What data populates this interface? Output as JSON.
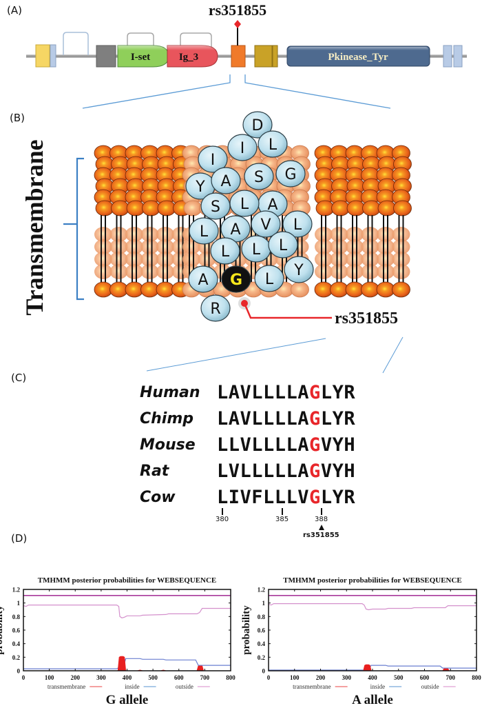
{
  "panels": {
    "a": {
      "label": "(A)"
    },
    "b": {
      "label": "(B)"
    },
    "c": {
      "label": "(C)"
    },
    "d": {
      "label": "(D)"
    }
  },
  "gene_diagram": {
    "snp_label": "rs351855",
    "domains": [
      {
        "name": "I-set",
        "color": "#8fcf5a"
      },
      {
        "name": "Ig_3",
        "color": "#e8555c"
      },
      {
        "name": "Pkinease_Tyr",
        "color": "#4e6a8f"
      }
    ],
    "exon_colors": {
      "yellow": "#f6d664",
      "light_blue": "#b8cbe6",
      "gray": "#7f7f7f",
      "orange_snp": "#f07a2a",
      "gold": "#c9a227"
    }
  },
  "membrane": {
    "side_label": "Transmembrane",
    "snp_label": "rs351855",
    "residues": [
      {
        "id": "D",
        "letter": "D"
      },
      {
        "id": "I1",
        "letter": "I"
      },
      {
        "id": "L1",
        "letter": "L"
      },
      {
        "id": "I2",
        "letter": "I"
      },
      {
        "id": "G1",
        "letter": "G"
      },
      {
        "id": "Y1",
        "letter": "Y"
      },
      {
        "id": "A1",
        "letter": "A"
      },
      {
        "id": "S1",
        "letter": "S"
      },
      {
        "id": "A2",
        "letter": "A"
      },
      {
        "id": "S2",
        "letter": "S"
      },
      {
        "id": "L2",
        "letter": "L"
      },
      {
        "id": "L3",
        "letter": "L"
      },
      {
        "id": "A3",
        "letter": "A"
      },
      {
        "id": "V1",
        "letter": "V"
      },
      {
        "id": "L4",
        "letter": "L"
      },
      {
        "id": "L5",
        "letter": "L"
      },
      {
        "id": "L6",
        "letter": "L"
      },
      {
        "id": "L7",
        "letter": "L"
      },
      {
        "id": "Y2",
        "letter": "Y"
      },
      {
        "id": "A4",
        "letter": "A"
      },
      {
        "id": "G_snp",
        "letter": "G"
      },
      {
        "id": "L8",
        "letter": "L"
      },
      {
        "id": "R",
        "letter": "R"
      }
    ],
    "colors": {
      "lipid": "#e8621a",
      "residue": "#bfe1ee",
      "snp_residue_bg": "#111111",
      "snp_residue_text": "#f5e61c",
      "snp_line": "#e8262a",
      "bracket": "#3b7fc4"
    }
  },
  "alignment": {
    "rows": [
      {
        "species": "Human",
        "pre": "LAVLLLLA",
        "snp": "G",
        "post": "LYR"
      },
      {
        "species": "Chimp",
        "pre": "LAVLLLLA",
        "snp": "G",
        "post": "LYR"
      },
      {
        "species": "Mouse",
        "pre": "LLVLLLLA",
        "snp": "G",
        "post": "VYH"
      },
      {
        "species": "Rat",
        "pre": "LVLLLLLA",
        "snp": "G",
        "post": "VYH"
      },
      {
        "species": "Cow",
        "pre": "LIVFLLLV",
        "snp": "G",
        "post": "LYR"
      }
    ],
    "positions": [
      "380",
      "385",
      "388"
    ],
    "snp_marker": "rs351855",
    "highlight_color": "#e8262a"
  },
  "chart_data": [
    {
      "type": "line",
      "title": "TMHMM posterior probabilities for WEBSEQUENCE",
      "xlabel": "G allele",
      "ylabel": "probability",
      "xlim": [
        0,
        800
      ],
      "ylim": [
        0,
        1.2
      ],
      "xticks": [
        "0",
        "100",
        "200",
        "300",
        "400",
        "500",
        "600",
        "700",
        "800"
      ],
      "yticks": [
        "0",
        "0.2",
        "0.4",
        "0.6",
        "0.8",
        "1",
        "1.2"
      ],
      "legend": [
        "transmembrane",
        "inside",
        "outside"
      ],
      "legend_position": "bottom",
      "series": [
        {
          "name": "top_line",
          "color": "#a8389a",
          "x": [
            0,
            800
          ],
          "y": [
            1.11,
            1.11
          ]
        },
        {
          "name": "outside",
          "color": "#d490cc",
          "x": [
            0,
            10,
            20,
            360,
            368,
            372,
            380,
            390,
            400,
            450,
            460,
            550,
            560,
            670,
            680,
            690,
            800
          ],
          "y": [
            0.96,
            0.95,
            0.97,
            0.97,
            0.95,
            0.8,
            0.78,
            0.79,
            0.81,
            0.81,
            0.82,
            0.83,
            0.84,
            0.84,
            0.86,
            0.92,
            0.92
          ]
        },
        {
          "name": "inside",
          "color": "#6a7fd0",
          "x": [
            0,
            360,
            365,
            370,
            385,
            395,
            450,
            460,
            540,
            550,
            665,
            675,
            680,
            800
          ],
          "y": [
            0.03,
            0.03,
            0.04,
            0.04,
            0.04,
            0.18,
            0.18,
            0.17,
            0.17,
            0.16,
            0.16,
            0.08,
            0.08,
            0.08
          ]
        },
        {
          "name": "transmembrane",
          "color": "#e82020",
          "fill": true,
          "x": [
            365,
            370,
            375,
            385,
            390,
            395,
            440,
            450,
            460,
            530,
            540,
            550,
            670,
            675,
            690,
            695
          ],
          "y": [
            0,
            0.2,
            0.21,
            0.21,
            0.2,
            0,
            0,
            0.01,
            0,
            0,
            0.01,
            0,
            0,
            0.07,
            0.07,
            0
          ]
        }
      ]
    },
    {
      "type": "line",
      "title": "TMHMM posterior probabilities for WEBSEQUENCE",
      "xlabel": "A allele",
      "ylabel": "probability",
      "xlim": [
        0,
        800
      ],
      "ylim": [
        0,
        1.2
      ],
      "xticks": [
        "0",
        "100",
        "200",
        "300",
        "400",
        "500",
        "600",
        "700",
        "800"
      ],
      "yticks": [
        "0",
        "0.2",
        "0.4",
        "0.6",
        "0.8",
        "1",
        "1.2"
      ],
      "legend": [
        "transmembrane",
        "inside",
        "outside"
      ],
      "legend_position": "bottom",
      "series": [
        {
          "name": "top_line",
          "color": "#a8389a",
          "x": [
            0,
            800
          ],
          "y": [
            1.11,
            1.11
          ]
        },
        {
          "name": "outside",
          "color": "#d490cc",
          "x": [
            0,
            10,
            20,
            360,
            368,
            375,
            385,
            400,
            450,
            460,
            550,
            560,
            680,
            690,
            800
          ],
          "y": [
            0.98,
            0.97,
            0.99,
            0.99,
            0.97,
            0.91,
            0.9,
            0.91,
            0.91,
            0.92,
            0.92,
            0.93,
            0.93,
            0.96,
            0.96
          ]
        },
        {
          "name": "inside",
          "color": "#6a7fd0",
          "x": [
            0,
            370,
            385,
            395,
            450,
            460,
            660,
            670,
            800
          ],
          "y": [
            0.01,
            0.01,
            0.02,
            0.08,
            0.08,
            0.07,
            0.07,
            0.04,
            0.04
          ]
        },
        {
          "name": "transmembrane",
          "color": "#e82020",
          "fill": true,
          "x": [
            365,
            370,
            375,
            385,
            390,
            395,
            670,
            675,
            690,
            695
          ],
          "y": [
            0,
            0.08,
            0.09,
            0.09,
            0.08,
            0,
            0,
            0.03,
            0.03,
            0
          ]
        }
      ]
    }
  ]
}
